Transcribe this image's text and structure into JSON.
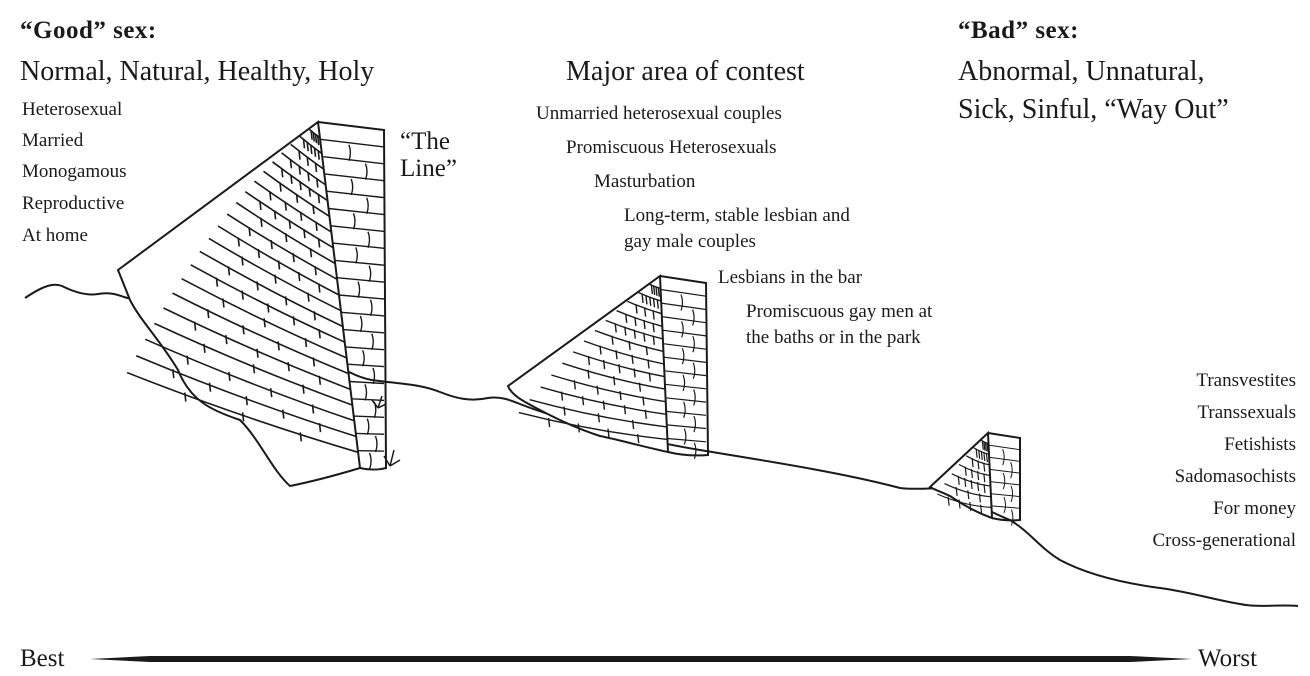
{
  "good": {
    "heading": "“Good” sex:",
    "descriptor": "Normal, Natural, Healthy, Holy",
    "items": [
      "Heterosexual",
      "Married",
      "Monogamous",
      "Reproductive",
      "At home"
    ]
  },
  "the_line": {
    "line1": "“The",
    "line2": "Line”"
  },
  "contest": {
    "heading": "Major area of contest",
    "items": [
      "Unmarried heterosexual couples",
      "Promiscuous Heterosexuals",
      "Masturbation",
      "Long-term, stable lesbian and",
      "gay male couples",
      "Lesbians in the bar",
      "Promiscuous gay men at",
      "the baths or in the park"
    ]
  },
  "bad": {
    "heading": "“Bad” sex:",
    "descriptor_line1": "Abnormal, Unnatural,",
    "descriptor_line2": "Sick, Sinful, “Way Out”",
    "items": [
      "Transvestites",
      "Transsexuals",
      "Fetishists",
      "Sadomasochists",
      "For money",
      "Cross-generational"
    ]
  },
  "axis": {
    "left": "Best",
    "right": "Worst"
  }
}
